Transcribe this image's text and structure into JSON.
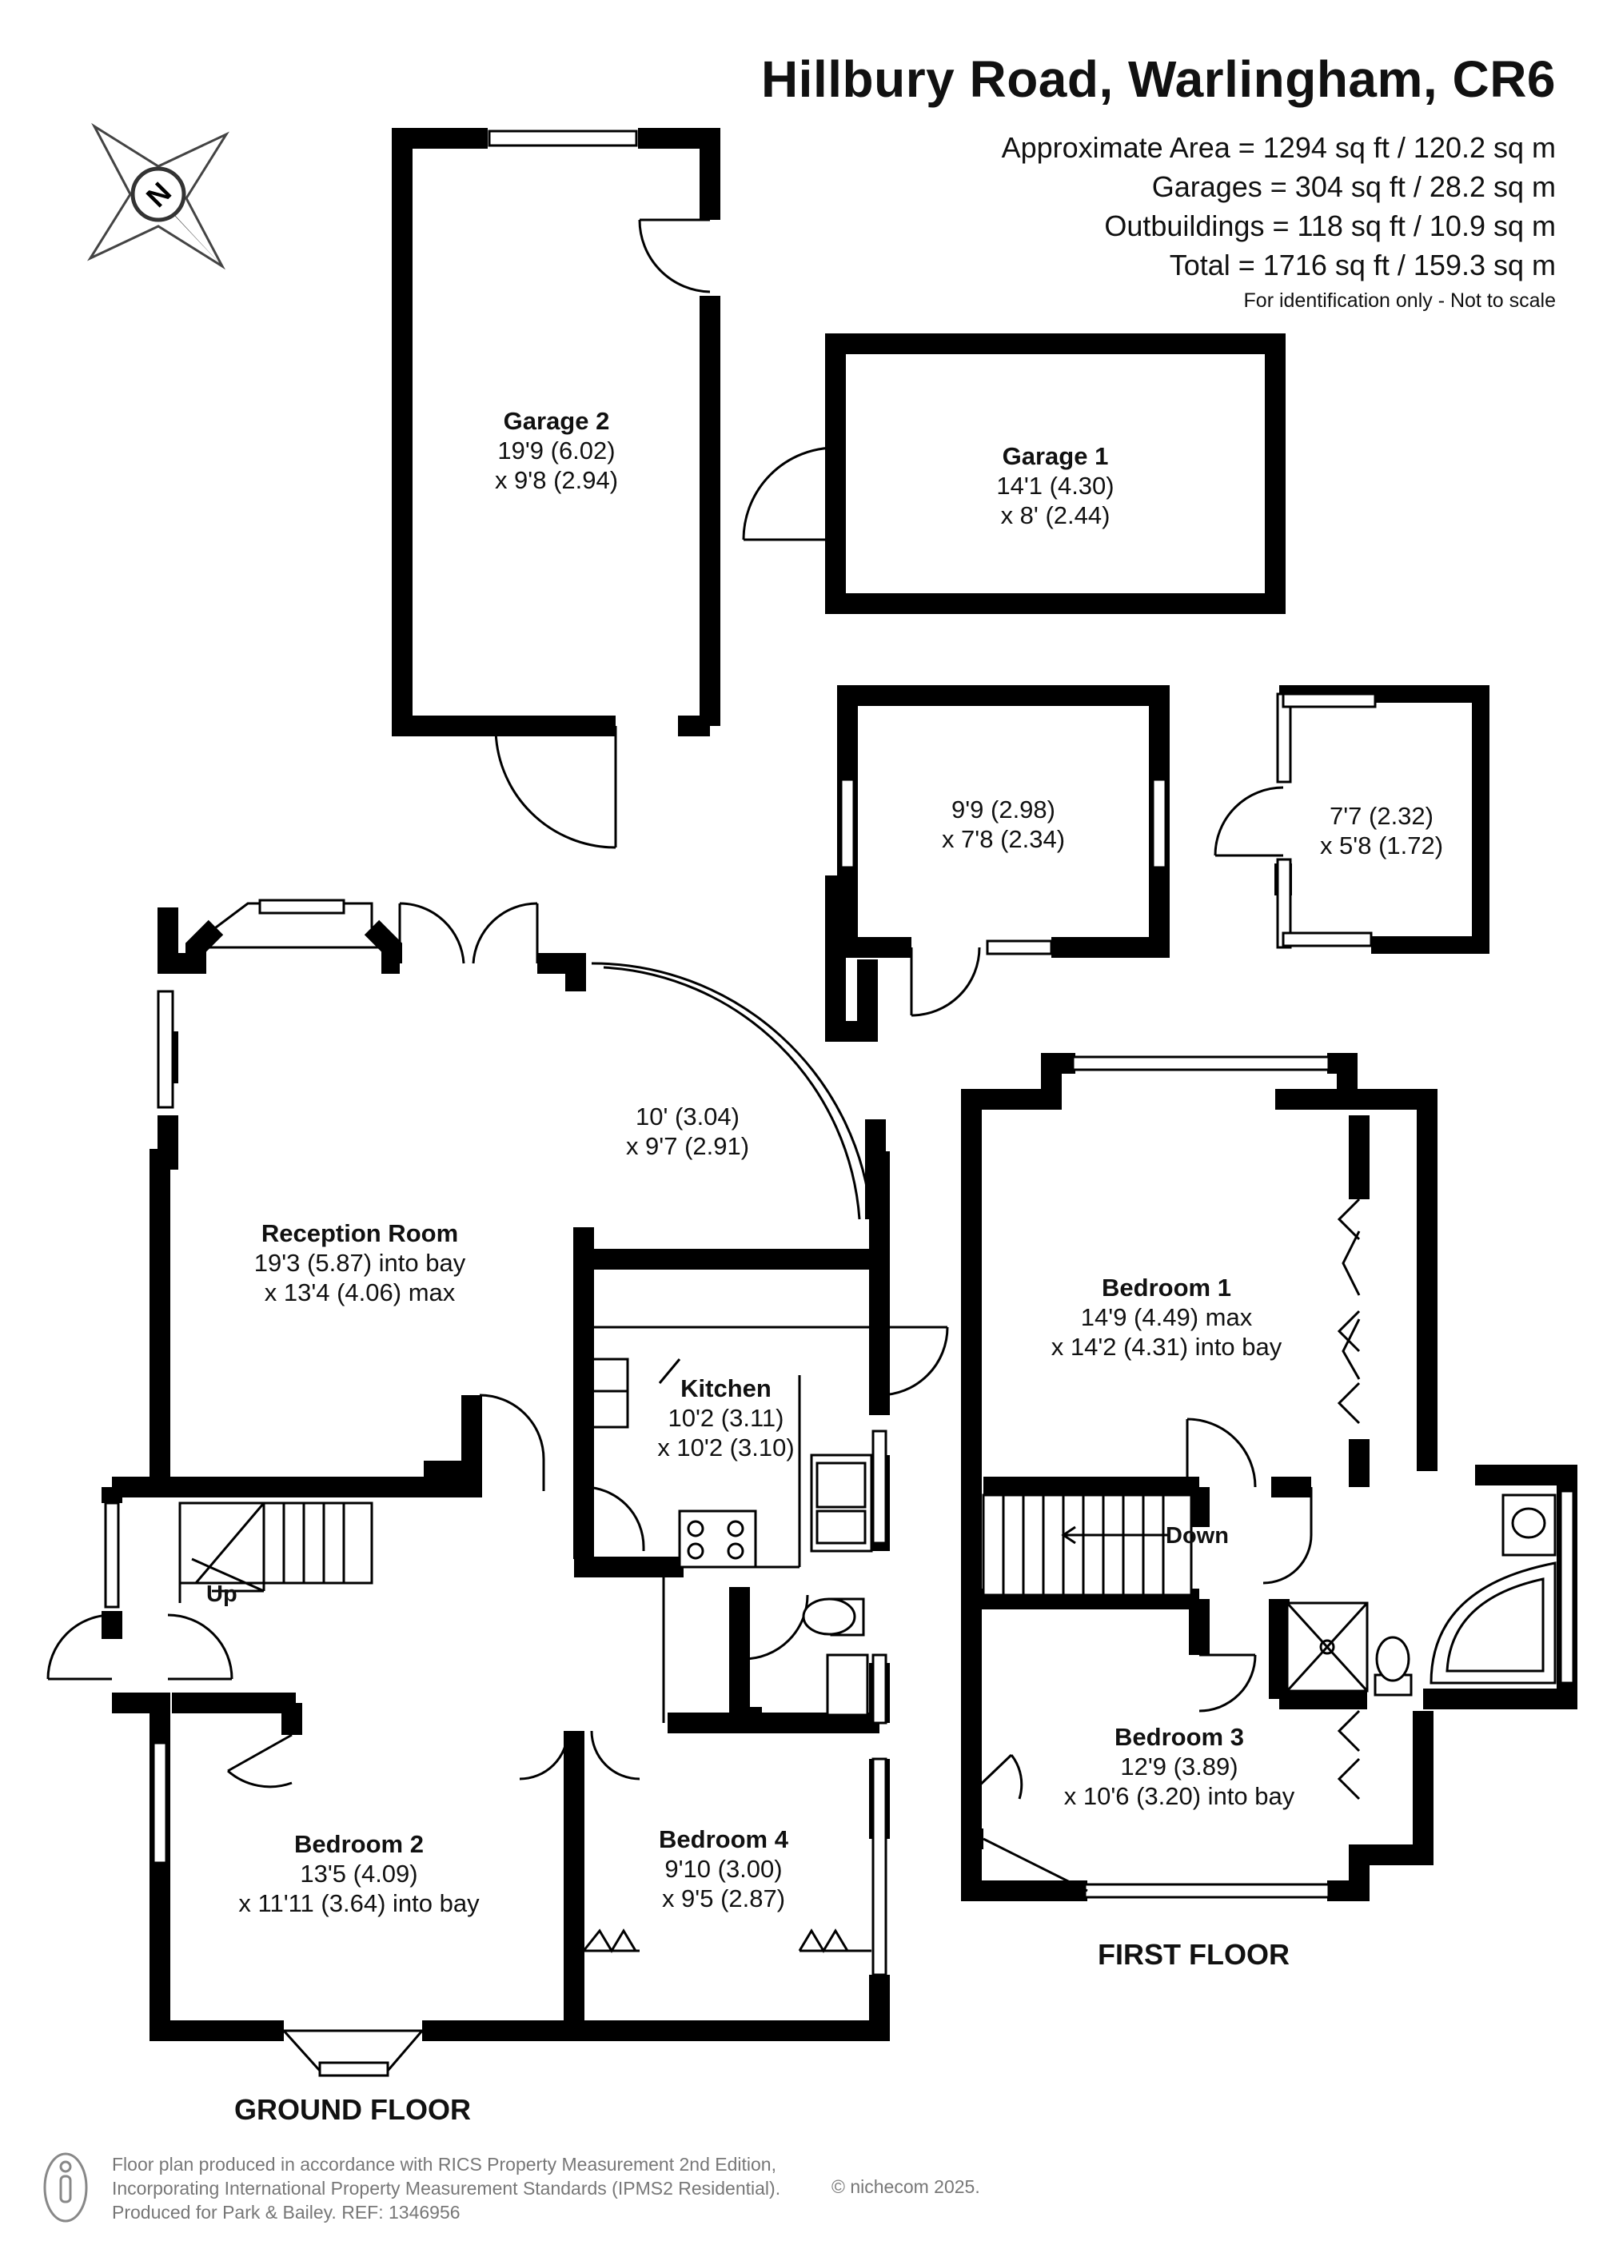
{
  "header": {
    "title": "Hillbury Road, Warlingham, CR6",
    "areas": [
      "Approximate Area = 1294 sq ft / 120.2 sq m",
      "Garages  = 304 sq ft / 28.2 sq m",
      "Outbuildings = 118 sq ft / 10.9 sq m",
      "Total = 1716 sq ft / 159.3 sq m"
    ],
    "note": "For identification only - Not to scale"
  },
  "compass": {
    "label": "N"
  },
  "rooms": {
    "garage2": {
      "name": "Garage 2",
      "dim1": "19'9 (6.02)",
      "dim2": "x 9'8 (2.94)"
    },
    "garage1": {
      "name": "Garage 1",
      "dim1": "14'1 (4.30)",
      "dim2": "x 8' (2.44)"
    },
    "outbuilding1": {
      "dim1": "9'9 (2.98)",
      "dim2": "x 7'8 (2.34)"
    },
    "outbuilding2": {
      "dim1": "7'7 (2.32)",
      "dim2": "x 5'8 (1.72)"
    },
    "conservatory": {
      "dim1": "10' (3.04)",
      "dim2": "x 9'7 (2.91)"
    },
    "reception": {
      "name": "Reception Room",
      "dim1": "19'3 (5.87) into bay",
      "dim2": "x 13'4 (4.06) max"
    },
    "kitchen": {
      "name": "Kitchen",
      "dim1": "10'2 (3.11)",
      "dim2": "x 10'2 (3.10)"
    },
    "bedroom2": {
      "name": "Bedroom 2",
      "dim1": "13'5 (4.09)",
      "dim2": "x 11'11 (3.64) into bay"
    },
    "bedroom4": {
      "name": "Bedroom 4",
      "dim1": "9'10 (3.00)",
      "dim2": "x 9'5 (2.87)"
    },
    "bedroom1": {
      "name": "Bedroom 1",
      "dim1": "14'9 (4.49) max",
      "dim2": "x 14'2 (4.31) into bay"
    },
    "bedroom3": {
      "name": "Bedroom 3",
      "dim1": "12'9 (3.89)",
      "dim2": "x 10'6 (3.20) into bay"
    }
  },
  "stairs": {
    "up": "Up",
    "down": "Down"
  },
  "floors": {
    "ground": "GROUND FLOOR",
    "first": "FIRST FLOOR"
  },
  "footer": {
    "lines": [
      "Floor plan produced in accordance with RICS Property Measurement 2nd Edition,",
      "Incorporating International Property Measurement Standards (IPMS2 Residential).",
      "Produced for Park & Bailey.   REF: 1346956"
    ],
    "copyright": "© nichecom 2025."
  },
  "colors": {
    "wall": "#000000",
    "background": "#ffffff",
    "footer_text": "#777777"
  }
}
